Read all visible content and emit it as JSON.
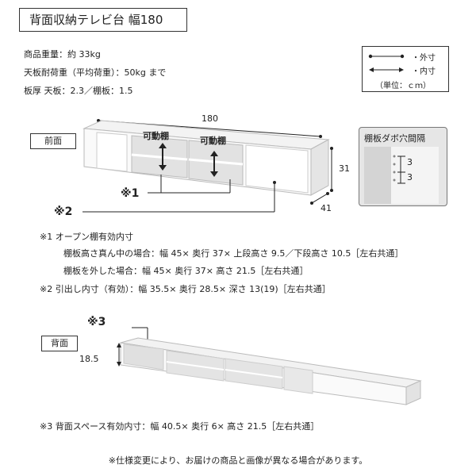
{
  "title": "背面収納テレビ台 幅180",
  "specs": {
    "weight": "商品重量：約 33kg",
    "load": "天板耐荷重（平均荷重）：50kg まで",
    "thickness": "板厚 天板：2.3／棚板：1.5"
  },
  "legend": {
    "outer": "外寸",
    "inner": "内寸",
    "unit": "（単位：ｃｍ）"
  },
  "front": {
    "label": "前面",
    "width": "180",
    "height": "31",
    "depth": "41",
    "shelf_label_left": "可動棚",
    "shelf_label_right": "可動棚",
    "mark1": "※1",
    "mark2": "※2"
  },
  "shelf_detail": {
    "title": "棚板ダボ穴間隔",
    "gap1": "3",
    "gap2": "3"
  },
  "notes": {
    "n1_title": "※1 オープン棚有効内寸",
    "n1_line1": "棚板高さ真ん中の場合：幅 45× 奥行 37× 上段高さ 9.5／下段高さ 10.5［左右共通］",
    "n1_line2": "棚板を外した場合：幅 45× 奥行 37× 高さ 21.5［左右共通］",
    "n2": "※2 引出し内寸（有効）：幅 35.5× 奥行 28.5× 深さ 13(19)［左右共通］",
    "n3": "※3 背面スペース有効内寸：幅 40.5× 奥行 6× 高さ 21.5［左右共通］"
  },
  "back": {
    "label": "背面",
    "mark3": "※3",
    "height": "18.5"
  },
  "disclaimer": "※仕様変更により、お届けの商品と画像が異なる場合があります。"
}
